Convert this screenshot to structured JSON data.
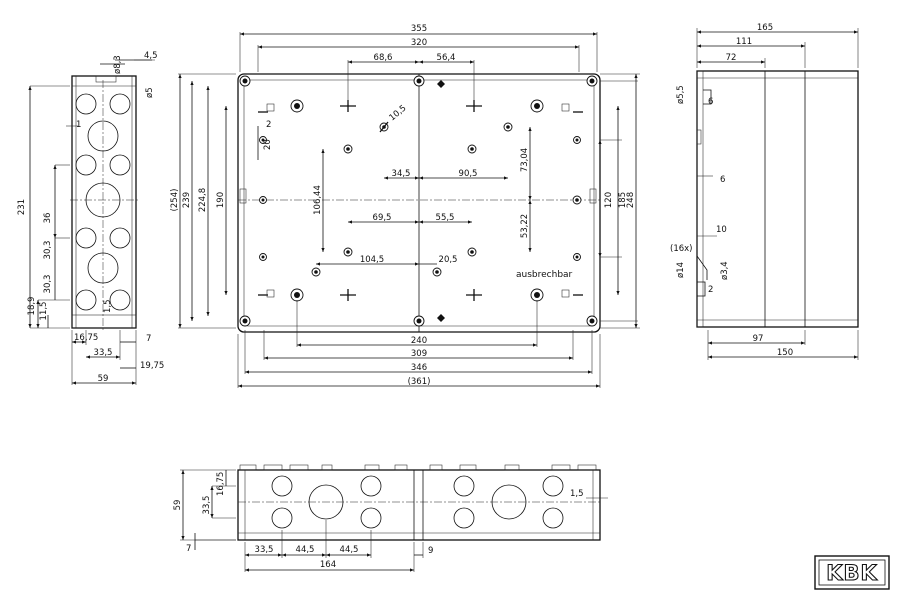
{
  "views": {
    "left": {
      "dims": {
        "d_231": "231",
        "d_36": "36",
        "d_30_3a": "30,3",
        "d_30_3b": "30,3",
        "d_18_9": "18,9",
        "d_11_5": "11,5",
        "d_16_75": "16,75",
        "d_33_5": "33,5",
        "d_7": "7",
        "d_19_75": "19,75",
        "d_59": "59",
        "d_4_5": "4,5",
        "d_o8_3": "ø8,3",
        "d_o5": "ø5",
        "d_1": "1",
        "d_1_5": "1,5"
      }
    },
    "front": {
      "dims": {
        "d_355": "355",
        "d_320": "320",
        "d_68_6": "68,6",
        "d_56_4": "56,4",
        "d_254": "(254)",
        "d_239": "239",
        "d_224_8": "224,8",
        "d_190": "190",
        "d_2": "2",
        "d_20": "20",
        "d_10_5": "10,5",
        "d_106_44": "106,44",
        "d_34_5": "34,5",
        "d_90_5": "90,5",
        "d_73_04": "73,04",
        "d_69_5": "69,5",
        "d_55_5": "55,5",
        "d_53_22": "53,22",
        "d_104_5": "104,5",
        "d_20_5": "20,5",
        "d_120": "120",
        "d_185": "185",
        "d_248": "248",
        "d_240": "240",
        "d_309": "309",
        "d_346": "346",
        "d_361": "(361)",
        "label_ausbrechbar": "ausbrechbar"
      }
    },
    "right": {
      "dims": {
        "d_165": "165",
        "d_111": "111",
        "d_72": "72",
        "d_o5_5": "ø5,5",
        "d_6a": "6",
        "d_6b": "6",
        "d_10": "10",
        "d_16x": "(16x)",
        "d_o14": "ø14",
        "d_o3_4": "ø3,4",
        "d_2": "2",
        "d_97": "97",
        "d_150": "150"
      }
    },
    "bottom": {
      "dims": {
        "d_59": "59",
        "d_33_5v": "33,5",
        "d_16_75v": "16,75",
        "d_7": "7",
        "d_33_5": "33,5",
        "d_44_5a": "44,5",
        "d_44_5b": "44,5",
        "d_9": "9",
        "d_164": "164",
        "d_1_5": "1,5"
      }
    }
  },
  "logo": {
    "text": "KBK"
  }
}
